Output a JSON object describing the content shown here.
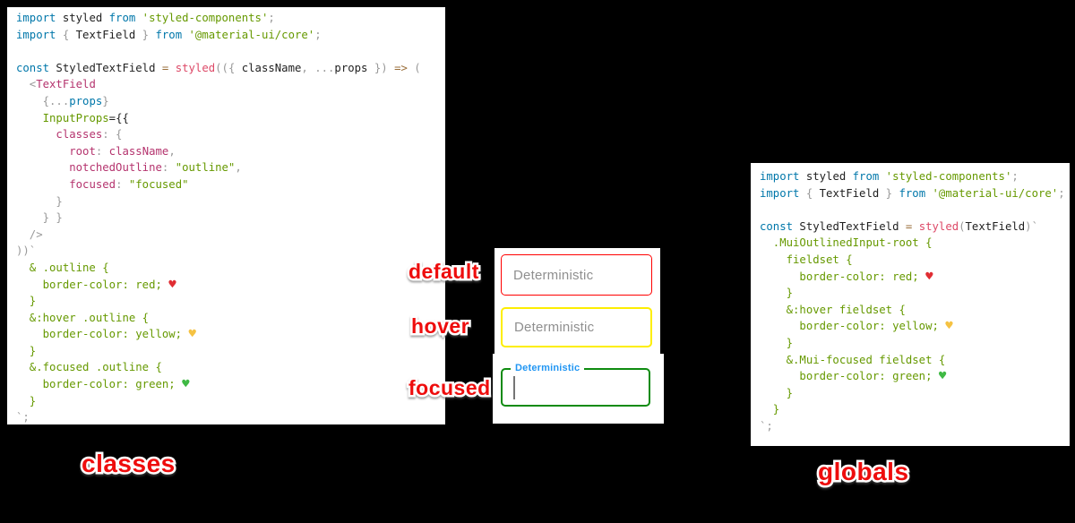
{
  "page": {
    "background": "#000000"
  },
  "colors": {
    "keyword": "#0077aa",
    "plain": "#1f1f1f",
    "string": "#669900",
    "func": "#dd4a68",
    "prop": "#b5346e",
    "tag": "#b5346e",
    "punct": "#999999",
    "op": "#9a6e3a",
    "heart-red": "#e02d33",
    "heart-yellow": "#f5c242",
    "heart-green": "#3fb944"
  },
  "captions": {
    "left": "classes",
    "right": "globals"
  },
  "middle": {
    "states": [
      {
        "label": "default",
        "field_text": "Deterministic",
        "border_color": "#ff0000"
      },
      {
        "label": "hover",
        "field_text": "Deterministic",
        "border_color": "#fdee00"
      },
      {
        "label": "focused",
        "field_text": "Deterministic",
        "border_color": "#0e8b10",
        "label_color": "#2196f3"
      }
    ]
  },
  "left_code": {
    "lines": [
      [
        {
          "t": "import",
          "c": "keyword"
        },
        {
          "t": " styled ",
          "c": "plain"
        },
        {
          "t": "from",
          "c": "keyword"
        },
        {
          "t": " 'styled-components'",
          "c": "string"
        },
        {
          "t": ";",
          "c": "punct"
        }
      ],
      [
        {
          "t": "import",
          "c": "keyword"
        },
        {
          "t": " { ",
          "c": "punct"
        },
        {
          "t": "TextField",
          "c": "plain"
        },
        {
          "t": " } ",
          "c": "punct"
        },
        {
          "t": "from",
          "c": "keyword"
        },
        {
          "t": " '@material-ui/core'",
          "c": "string"
        },
        {
          "t": ";",
          "c": "punct"
        }
      ],
      [],
      [
        {
          "t": "const",
          "c": "keyword"
        },
        {
          "t": " StyledTextField ",
          "c": "plain"
        },
        {
          "t": "=",
          "c": "op"
        },
        {
          "t": " ",
          "c": "plain"
        },
        {
          "t": "styled",
          "c": "func"
        },
        {
          "t": "((",
          "c": "punct"
        },
        {
          "t": "{ ",
          "c": "punct"
        },
        {
          "t": "className",
          "c": "plain"
        },
        {
          "t": ", ",
          "c": "punct"
        },
        {
          "t": "...",
          "c": "punct"
        },
        {
          "t": "props",
          "c": "plain"
        },
        {
          "t": " })",
          "c": "punct"
        },
        {
          "t": " ",
          "c": "plain"
        },
        {
          "t": "=>",
          "c": "op"
        },
        {
          "t": " (",
          "c": "punct"
        }
      ],
      [
        {
          "t": "  <",
          "c": "punct"
        },
        {
          "t": "TextField",
          "c": "tag"
        }
      ],
      [
        {
          "t": "    {",
          "c": "punct"
        },
        {
          "t": "...",
          "c": "punct"
        },
        {
          "t": "props",
          "c": "keyword"
        },
        {
          "t": "}",
          "c": "punct"
        }
      ],
      [
        {
          "t": "    ",
          "c": "plain"
        },
        {
          "t": "InputProps",
          "c": "string"
        },
        {
          "t": "=",
          "c": "plain"
        },
        {
          "t": "{{",
          "c": "plain"
        }
      ],
      [
        {
          "t": "      ",
          "c": "plain"
        },
        {
          "t": "classes",
          "c": "prop"
        },
        {
          "t": ": {",
          "c": "punct"
        }
      ],
      [
        {
          "t": "        ",
          "c": "plain"
        },
        {
          "t": "root",
          "c": "prop"
        },
        {
          "t": ": ",
          "c": "punct"
        },
        {
          "t": "className",
          "c": "prop"
        },
        {
          "t": ",",
          "c": "punct"
        }
      ],
      [
        {
          "t": "        ",
          "c": "plain"
        },
        {
          "t": "notchedOutline",
          "c": "prop"
        },
        {
          "t": ": ",
          "c": "punct"
        },
        {
          "t": "\"outline\"",
          "c": "string"
        },
        {
          "t": ",",
          "c": "punct"
        }
      ],
      [
        {
          "t": "        ",
          "c": "plain"
        },
        {
          "t": "focused",
          "c": "prop"
        },
        {
          "t": ": ",
          "c": "punct"
        },
        {
          "t": "\"focused\"",
          "c": "string"
        }
      ],
      [
        {
          "t": "      }",
          "c": "punct"
        }
      ],
      [
        {
          "t": "    } }",
          "c": "punct"
        }
      ],
      [
        {
          "t": "  />",
          "c": "punct"
        }
      ],
      [
        {
          "t": "))`",
          "c": "punct"
        }
      ],
      [
        {
          "t": "  & .outline {",
          "c": "string"
        }
      ],
      [
        {
          "t": "    border-color: red; ",
          "c": "string"
        },
        {
          "t": "♥",
          "c": "heart-red"
        }
      ],
      [
        {
          "t": "  }",
          "c": "string"
        }
      ],
      [
        {
          "t": "  &:hover .outline {",
          "c": "string"
        }
      ],
      [
        {
          "t": "    border-color: yellow; ",
          "c": "string"
        },
        {
          "t": "♥",
          "c": "heart-yellow"
        }
      ],
      [
        {
          "t": "  }",
          "c": "string"
        }
      ],
      [
        {
          "t": "  &.focused .outline {",
          "c": "string"
        }
      ],
      [
        {
          "t": "    border-color: green; ",
          "c": "string"
        },
        {
          "t": "♥",
          "c": "heart-green"
        }
      ],
      [
        {
          "t": "  }",
          "c": "string"
        }
      ],
      [
        {
          "t": "`;",
          "c": "punct"
        }
      ]
    ]
  },
  "right_code": {
    "lines": [
      [
        {
          "t": "import",
          "c": "keyword"
        },
        {
          "t": " styled ",
          "c": "plain"
        },
        {
          "t": "from",
          "c": "keyword"
        },
        {
          "t": " 'styled-components'",
          "c": "string"
        },
        {
          "t": ";",
          "c": "punct"
        }
      ],
      [
        {
          "t": "import",
          "c": "keyword"
        },
        {
          "t": " { ",
          "c": "punct"
        },
        {
          "t": "TextField",
          "c": "plain"
        },
        {
          "t": " } ",
          "c": "punct"
        },
        {
          "t": "from",
          "c": "keyword"
        },
        {
          "t": " '@material-ui/core'",
          "c": "string"
        },
        {
          "t": ";",
          "c": "punct"
        }
      ],
      [],
      [
        {
          "t": "const",
          "c": "keyword"
        },
        {
          "t": " StyledTextField ",
          "c": "plain"
        },
        {
          "t": "=",
          "c": "op"
        },
        {
          "t": " ",
          "c": "plain"
        },
        {
          "t": "styled",
          "c": "func"
        },
        {
          "t": "(",
          "c": "punct"
        },
        {
          "t": "TextField",
          "c": "plain"
        },
        {
          "t": ")`",
          "c": "punct"
        }
      ],
      [
        {
          "t": "  .MuiOutlinedInput-root {",
          "c": "string"
        }
      ],
      [
        {
          "t": "    fieldset {",
          "c": "string"
        }
      ],
      [
        {
          "t": "      border-color: red; ",
          "c": "string"
        },
        {
          "t": "♥",
          "c": "heart-red"
        }
      ],
      [
        {
          "t": "    }",
          "c": "string"
        }
      ],
      [
        {
          "t": "    &:hover fieldset {",
          "c": "string"
        }
      ],
      [
        {
          "t": "      border-color: yellow; ",
          "c": "string"
        },
        {
          "t": "♥",
          "c": "heart-yellow"
        }
      ],
      [
        {
          "t": "    }",
          "c": "string"
        }
      ],
      [
        {
          "t": "    &.Mui-focused fieldset {",
          "c": "string"
        }
      ],
      [
        {
          "t": "      border-color: green; ",
          "c": "string"
        },
        {
          "t": "♥",
          "c": "heart-green"
        }
      ],
      [
        {
          "t": "    }",
          "c": "string"
        }
      ],
      [
        {
          "t": "  }",
          "c": "string"
        }
      ],
      [
        {
          "t": "`;",
          "c": "punct"
        }
      ]
    ]
  }
}
